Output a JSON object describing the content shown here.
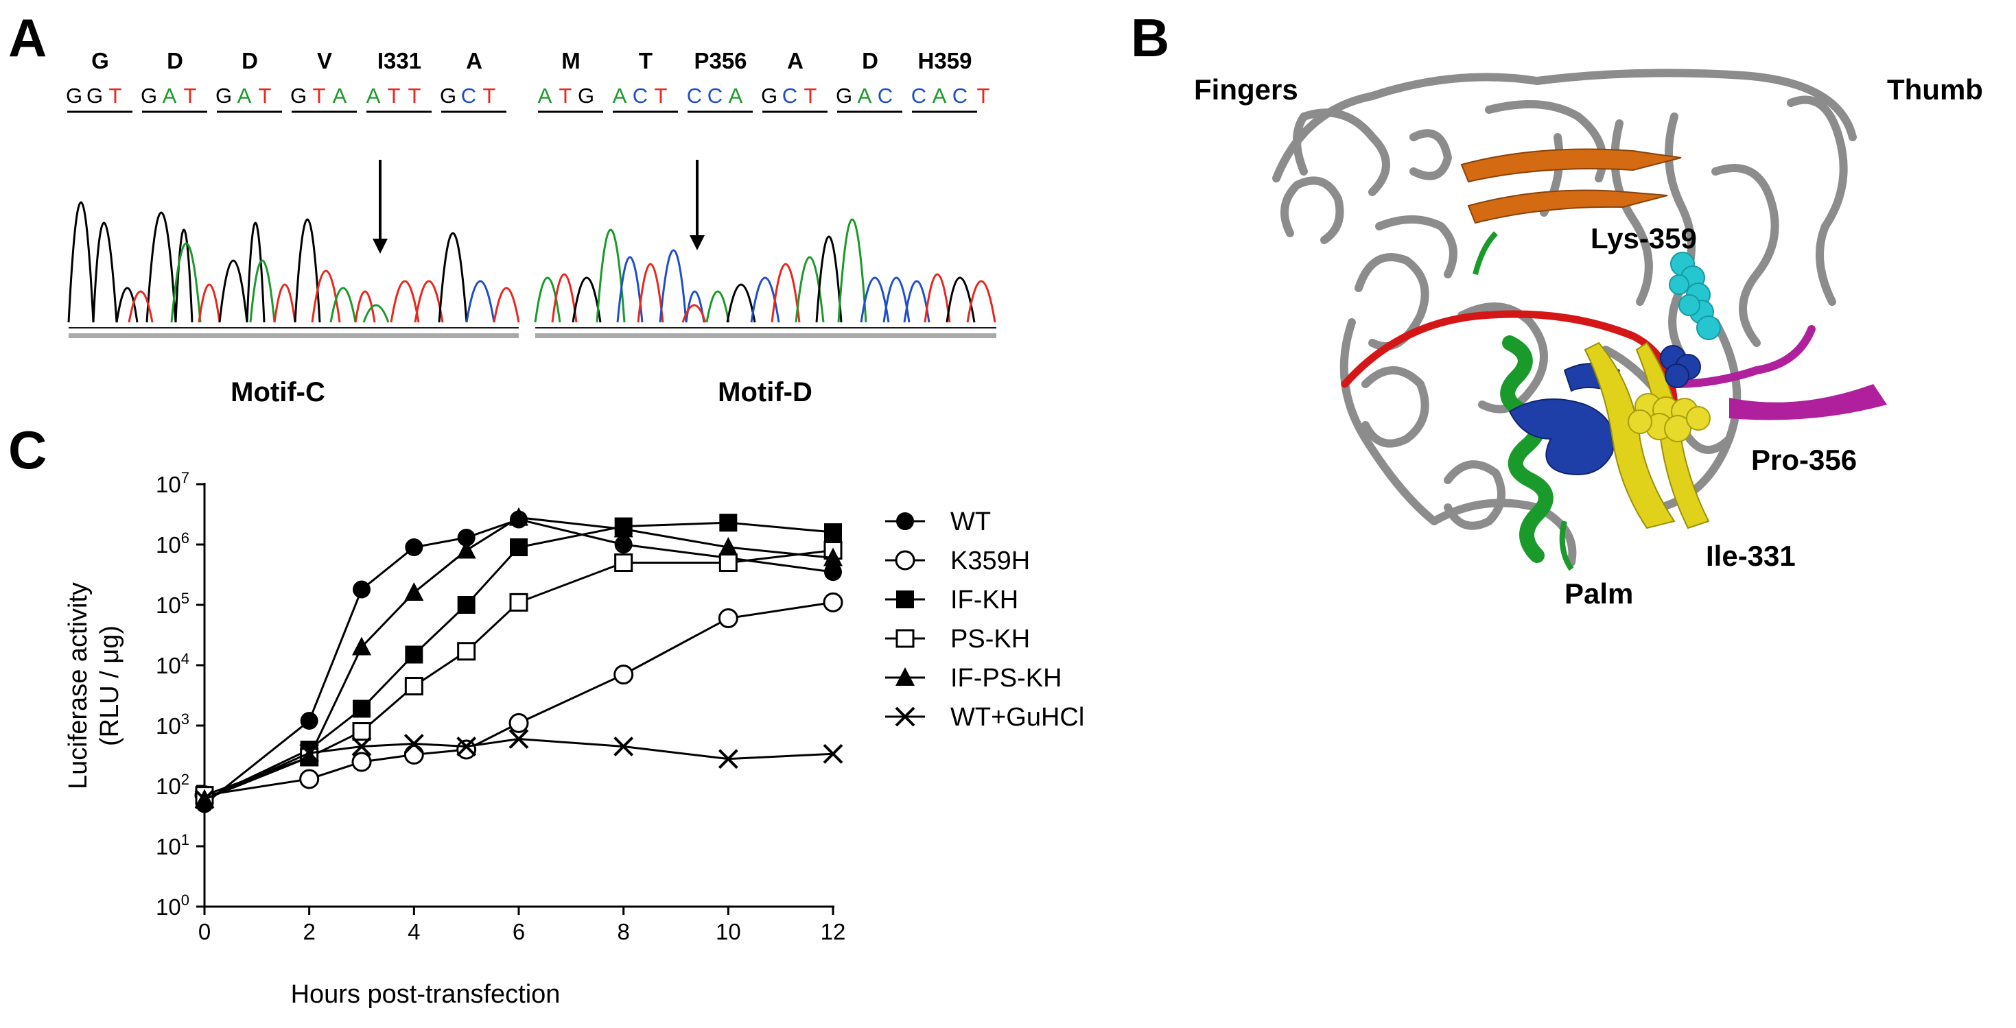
{
  "panels": {
    "a": "A",
    "b": "B",
    "c": "C"
  },
  "panel_a": {
    "motifs": [
      {
        "name": "Motif-C",
        "codons": [
          {
            "aa": "G",
            "nts": "GGT"
          },
          {
            "aa": "D",
            "nts": "GAT"
          },
          {
            "aa": "D",
            "nts": "GAT"
          },
          {
            "aa": "V",
            "nts": "GTA"
          },
          {
            "aa": "I331",
            "nts": "ATT"
          },
          {
            "aa": "A",
            "nts": "GCT"
          }
        ]
      },
      {
        "name": "Motif-D",
        "codons": [
          {
            "aa": "M",
            "nts": "ATG"
          },
          {
            "aa": "T",
            "nts": "ACT"
          },
          {
            "aa": "P356",
            "nts": "CCA"
          },
          {
            "aa": "A",
            "nts": "GCT"
          },
          {
            "aa": "D",
            "nts": "GAC"
          },
          {
            "aa": "H359",
            "nts": "CAC"
          }
        ],
        "trailing_nt": "T"
      }
    ],
    "base_colors": {
      "G": "#000000",
      "A": "#1a9a2a",
      "T": "#e8281e",
      "C": "#1f4fc8"
    }
  },
  "panel_b": {
    "domains": {
      "fingers": "Fingers",
      "thumb": "Thumb",
      "palm": "Palm"
    },
    "residues": [
      {
        "label": "Lys-359",
        "color": "#26c6d0"
      },
      {
        "label": "Pro-356",
        "color": "#1f3fa8"
      },
      {
        "label": "Ile-331",
        "color": "#e0d21a"
      }
    ]
  },
  "chart_data": {
    "type": "line",
    "title": "",
    "xlabel": "Hours post-transfection",
    "ylabel": "Luciferase activity",
    "ylabel_units": "(RLU / μg)",
    "x_ticks": [
      0,
      2,
      4,
      6,
      8,
      10,
      12
    ],
    "y_log_scale": true,
    "y_tick_exponents": [
      0,
      1,
      2,
      3,
      4,
      5,
      6,
      7
    ],
    "y_tick_base": "10",
    "xlim": [
      0,
      12
    ],
    "ylim": [
      1,
      10000000
    ],
    "grid": false,
    "legend_position": "right",
    "series": [
      {
        "name": "WT",
        "marker": "circle-filled",
        "points": [
          [
            0,
            50
          ],
          [
            2,
            1200
          ],
          [
            3,
            180000
          ],
          [
            4,
            900000
          ],
          [
            5,
            1300000
          ],
          [
            6,
            2600000
          ],
          [
            8,
            1000000
          ],
          [
            10,
            600000
          ],
          [
            12,
            350000
          ]
        ]
      },
      {
        "name": "K359H",
        "marker": "circle-open",
        "points": [
          [
            0,
            70
          ],
          [
            2,
            130
          ],
          [
            3,
            250
          ],
          [
            4,
            330
          ],
          [
            5,
            400
          ],
          [
            6,
            1100
          ],
          [
            8,
            7000
          ],
          [
            10,
            60000
          ],
          [
            12,
            110000
          ]
        ]
      },
      {
        "name": "IF-KH",
        "marker": "square-filled",
        "points": [
          [
            0,
            60
          ],
          [
            2,
            400
          ],
          [
            3,
            1900
          ],
          [
            4,
            15000
          ],
          [
            5,
            100000
          ],
          [
            6,
            900000
          ],
          [
            8,
            2000000
          ],
          [
            10,
            2300000
          ],
          [
            12,
            1600000
          ]
        ]
      },
      {
        "name": "PS-KH",
        "marker": "square-open",
        "points": [
          [
            0,
            70
          ],
          [
            2,
            300
          ],
          [
            3,
            800
          ],
          [
            4,
            4500
          ],
          [
            5,
            17000
          ],
          [
            6,
            110000
          ],
          [
            8,
            500000
          ],
          [
            10,
            500000
          ],
          [
            12,
            800000
          ]
        ]
      },
      {
        "name": "IF-PS-KH",
        "marker": "triangle-filled",
        "points": [
          [
            0,
            60
          ],
          [
            2,
            300
          ],
          [
            3,
            20000
          ],
          [
            4,
            160000
          ],
          [
            5,
            800000
          ],
          [
            6,
            2800000
          ],
          [
            8,
            1800000
          ],
          [
            10,
            900000
          ],
          [
            12,
            600000
          ]
        ]
      },
      {
        "name": "WT+GuHCl",
        "marker": "x",
        "points": [
          [
            0,
            60
          ],
          [
            2,
            350
          ],
          [
            3,
            450
          ],
          [
            4,
            500
          ],
          [
            5,
            450
          ],
          [
            6,
            600
          ],
          [
            8,
            450
          ],
          [
            10,
            280
          ],
          [
            12,
            340
          ]
        ]
      }
    ]
  }
}
